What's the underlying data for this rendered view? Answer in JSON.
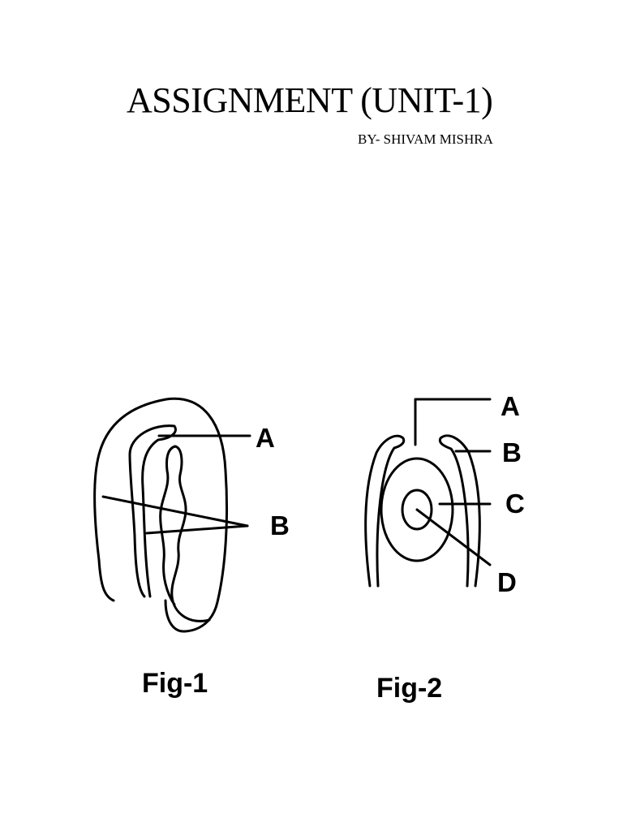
{
  "title": "ASSIGNMENT (UNIT-1)",
  "author": "BY- SHIVAM MISHRA",
  "figure1": {
    "caption": "Fig-1",
    "labels": {
      "a": "A",
      "b": "B"
    }
  },
  "figure2": {
    "caption": "Fig-2",
    "labels": {
      "a": "A",
      "b": "B",
      "c": "C",
      "d": "D"
    }
  }
}
